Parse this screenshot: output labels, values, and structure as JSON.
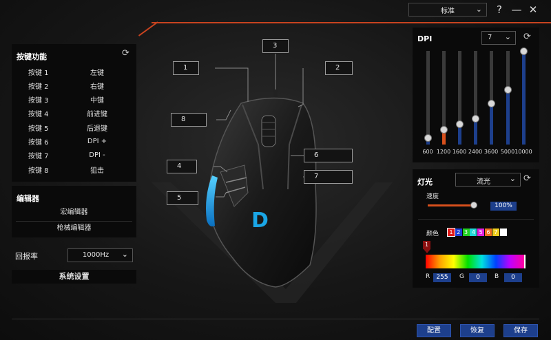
{
  "topbar": {
    "profile_value": "标准",
    "help_label": "?",
    "minimize_label": "—",
    "close_label": "✕"
  },
  "buttons_panel": {
    "title": "按键功能",
    "rows": [
      {
        "key": "按键 1",
        "value": "左键"
      },
      {
        "key": "按键 2",
        "value": "右键"
      },
      {
        "key": "按键 3",
        "value": "中键"
      },
      {
        "key": "按键 4",
        "value": "前进键"
      },
      {
        "key": "按键 5",
        "value": "后退键"
      },
      {
        "key": "按键 6",
        "value": "DPI +"
      },
      {
        "key": "按键 7",
        "value": "DPI -"
      },
      {
        "key": "按键 8",
        "value": "狙击"
      }
    ]
  },
  "editor_panel": {
    "title": "编辑器",
    "macro_label": "宏编辑器",
    "gun_label": "枪械编辑器"
  },
  "report_rate": {
    "label": "回报率",
    "value": "1000Hz"
  },
  "system_settings_label": "系统设置",
  "callouts": [
    "1",
    "2",
    "3",
    "4",
    "5",
    "6",
    "7",
    "8"
  ],
  "logo_letter": "D",
  "dpi_panel": {
    "title": "DPI",
    "level_value": "7",
    "levels": [
      {
        "label": "600",
        "fraction": 0.07,
        "color": "#1d3f8c"
      },
      {
        "label": "1200",
        "fraction": 0.16,
        "color": "#d8501c"
      },
      {
        "label": "1600",
        "fraction": 0.22,
        "color": "#1d3f8c"
      },
      {
        "label": "2400",
        "fraction": 0.28,
        "color": "#1d3f8c"
      },
      {
        "label": "3600",
        "fraction": 0.44,
        "color": "#1d3f8c"
      },
      {
        "label": "5000",
        "fraction": 0.59,
        "color": "#1d3f8c"
      },
      {
        "label": "10000",
        "fraction": 1.0,
        "color": "#1d3f8c"
      }
    ]
  },
  "light_panel": {
    "title": "灯光",
    "mode_value": "流光",
    "speed_label": "速度",
    "speed_value": "100%",
    "speed_fraction": 0.93,
    "color_label": "颜色",
    "swatches": [
      {
        "n": "1",
        "color": "#e01818"
      },
      {
        "n": "2",
        "color": "#1e40d8"
      },
      {
        "n": "3",
        "color": "#22d022"
      },
      {
        "n": "4",
        "color": "#20d8d8"
      },
      {
        "n": "5",
        "color": "#e020e0"
      },
      {
        "n": "6",
        "color": "#f07020"
      },
      {
        "n": "7",
        "color": "#f0d020"
      },
      {
        "n": "",
        "color": "#ffffff"
      }
    ],
    "marker_label": "1",
    "r_label": "R",
    "r_value": "255",
    "g_label": "G",
    "g_value": "0",
    "b_label": "B",
    "b_value": "0"
  },
  "bottom": {
    "config_label": "配置",
    "restore_label": "恢复",
    "save_label": "保存"
  },
  "colors": {
    "accent": "#c8431f",
    "button_blue": "#1d3f8c",
    "mouse_glow": "#1aa6e6"
  }
}
